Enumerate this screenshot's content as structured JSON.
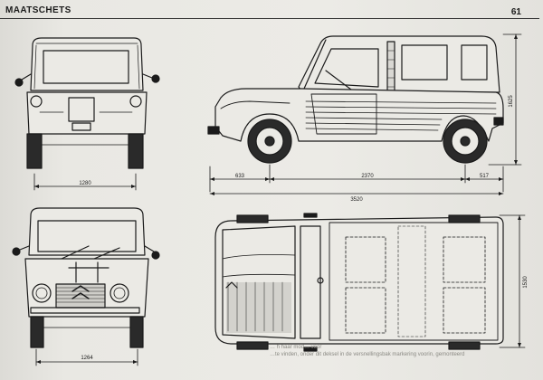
{
  "header": {
    "title": "MAATSCHETS",
    "page_number": "61"
  },
  "dimensions": {
    "front_width": "1280",
    "rear_width": "1264",
    "front_overhang": "633",
    "wheelbase": "2370",
    "rear_overhang": "517",
    "overall_length": "3520",
    "height": "1625",
    "overall_width": "1530"
  },
  "footer_text": {
    "line1": "… h haar mod… voor",
    "line2": "…te vinden, onder dit deksel in de versnellingsbak markering voorin, gemonteerd"
  },
  "colors": {
    "paper": "#ecebe6",
    "ink": "#1b1b1b"
  }
}
